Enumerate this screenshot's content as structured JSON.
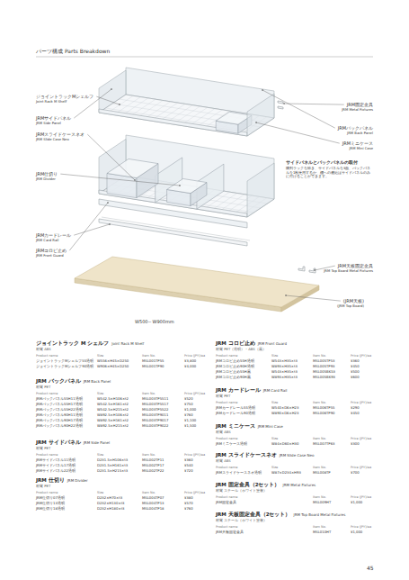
{
  "diagram": {
    "title": "パーツ構成 Parts Breakdown",
    "labels": [
      "ジョイントラックMシェルフ",
      "Joint Rack M Shelf",
      "JRMサイドパネル",
      "JRM Side Panel",
      "JRMスライドケースネオ",
      "JRM Slide Case Neo",
      "JRM仕切り",
      "JRM Divider",
      "JRMカードレール",
      "JRM Card Rail",
      "JRMコロビ止め",
      "JRM Front Guard",
      "JRM固定金具",
      "JRM Metal Fixtures",
      "JRMバックパネル",
      "JRM Back Panel",
      "JRMミニケース",
      "JRM Mini Case",
      "サイドパネルとバックパネルの取付",
      "陳列ラックを除き、サイドパネルを3面、バックパネルを1枚使用するか、棚への連結はサイドパネルのみに付けることができます。",
      "JRM天板固定金具",
      "JRM Top Board Metal Fixtures",
      "(JRM天板)",
      "(JRM Top Board)",
      "W500～W900mm",
      "ジョイントラック M シェルフ",
      "Joint Rack M Shelf",
      "材質 ABS",
      "Product name",
      "Size",
      "Item No.",
      "Price (JPY)/ea",
      "ジョイントラックMシェルフ55透明",
      "W556×H45×D250",
      "MSL001TP55",
      "¥3,800",
      "ジョイントラックMシェルフ90透明",
      "W906×H45×D250",
      "MSL001TP90",
      "¥4,000",
      "JRM バックパネル",
      "JRM Back Panel",
      "材質 PET",
      "Product name",
      "Size",
      "Item No.",
      "Price (JPY)/ea",
      "JRMバックパネル55H11透明",
      "W542.5×H106×t2",
      "MSL003TP5511",
      "¥520",
      "JRMバックパネル55H17透明",
      "W542.5×H161×t2",
      "MSL003TP5517",
      "¥750",
      "JRMバックパネル55H22透明",
      "W542.5×H215×t2",
      "MSL003TP5522",
      "¥1,000",
      "JRMバックパネル90H11透明",
      "W892.5×H106×t2",
      "MSL003TP9011",
      "¥760",
      "JRMバックパネル90H17透明",
      "W892.5×H161×t2",
      "MSL003TP9017",
      "¥1,100",
      "JRMバックパネル90H22透明",
      "W892.5×H215×t2",
      "MSL003TP9022",
      "¥1,500",
      "JRM サイドパネル",
      "JRM Side Panel",
      "材質 PET",
      "Product name",
      "Size",
      "Item No.",
      "Price (JPY)/ea",
      "JRMサイドパネル11透明",
      "D231.5×H106×t3",
      "MSL002TP11",
      "¥360",
      "JRMサイドパネル17透明",
      "D231.5×H161×t3",
      "MSL002TP17",
      "¥540",
      "JRMサイドパネル22透明",
      "D231.5×H215×t3",
      "MSL002TP22",
      "¥720",
      "JRM 仕切り",
      "JRM Divider",
      "材質 PET",
      "Product name",
      "Size",
      "Item No.",
      "Price (JPY)/ea",
      "JRM仕切り07透明",
      "D232×H70×t3",
      "MSL004TP07",
      "¥380",
      "JRM仕切り13透明",
      "D232×H130×t3",
      "MSL004TP13",
      "¥570",
      "JRM仕切り18透明",
      "D232×H180×t3",
      "MSL004TP18",
      "¥760",
      "JRM コロビ止め",
      "JRM Front Guard",
      "材質 PET（透明）・ABS（黒）",
      "Product name",
      "Size",
      "Item No.",
      "Price (JPY)/ea",
      "JRMコロビ止め55H透明",
      "W543×H35×t3",
      "MSL005TP53",
      "¥360",
      "JRMコロビ止め90H透明",
      "W893×H35×t3",
      "MSL005TP93",
      "¥450",
      "JRMコロビ止め55H黒",
      "W543×H35×t3",
      "MSL005BK53",
      "¥500",
      "JRMコロビ止め90H黒",
      "W893×H35×t3",
      "MSL005BK93",
      "¥600",
      "JRM カードレール",
      "JRM Card Rail",
      "材質 PET",
      "Product name",
      "Size",
      "Item No.",
      "Price (JPY)/ea",
      "JRMカードレール55透明",
      "W540×D6×H23",
      "MSL006TP55",
      "¥290",
      "JRMカードレール90透明",
      "W890×D6×H23",
      "MSL006TP90",
      "¥450",
      "JRM ミニケース",
      "JRM Mini Case",
      "材質 ABS",
      "Product name",
      "Size",
      "Item No.",
      "Price (JPY)/ea",
      "JRMミニケース透明",
      "W84×D60×H30",
      "MSL007TP63",
      "¥300",
      "JRM スライドケースネオ",
      "JRM Slide Case Neo",
      "材質 ABS",
      "Product name",
      "Size",
      "Item No.",
      "Price (JPY)/ea",
      "JRMスライドケースネオ透明",
      "W87×D234×H93",
      "MSL008TP",
      "¥700",
      "JRM 固定金具（2セット）",
      "JRM Metal Fixtures",
      "材質 スチール（ホワイト塗装）",
      "Product name",
      "Item No.",
      "Price (JPY)/ea",
      "JRM固定金具",
      "MSL009HT",
      "¥1,000",
      "JRM 天板固定金具（2セット）",
      "JRM Top Board Metal Fixtures",
      "材質 スチール（ホワイト塗装）",
      "Product name",
      "Item No.",
      "Price (JPY)/ea",
      "JRM天板固定金具",
      "MSL010HT",
      "¥1,000",
      "45"
    ]
  }
}
